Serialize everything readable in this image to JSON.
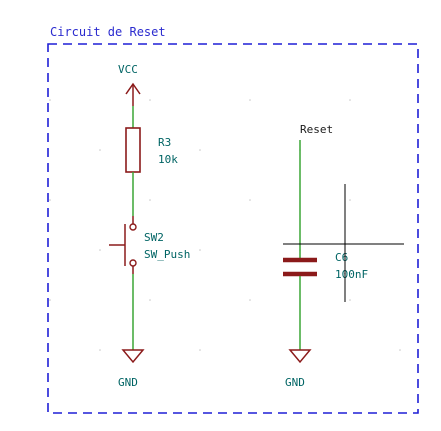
{
  "sheet": {
    "title": "Circuit de Reset",
    "border_color": "#1f1fd6"
  },
  "colors": {
    "component": "#8b1a1a",
    "wire": "#3aa635",
    "label": "#006464",
    "net_label": "#1a1a1a",
    "cursor": "#000000"
  },
  "reset_button_circuit": {
    "power": {
      "name": "VCC"
    },
    "resistor": {
      "ref": "R3",
      "value": "10k"
    },
    "switch": {
      "ref": "SW2",
      "value": "SW_Push"
    },
    "ground": {
      "name": "GND"
    }
  },
  "reset_cap_circuit": {
    "net_label": "Reset",
    "capacitor": {
      "ref": "C6",
      "value": "100nF"
    },
    "ground": {
      "name": "GND"
    }
  }
}
